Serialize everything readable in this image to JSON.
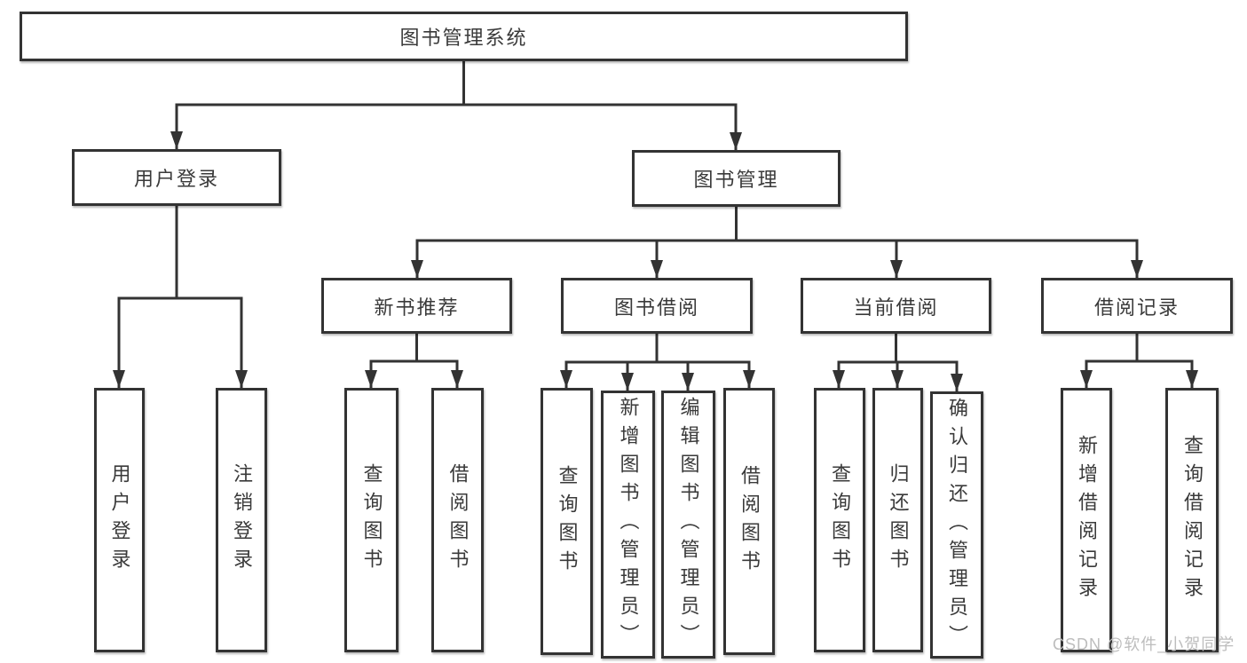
{
  "tree": {
    "root": {
      "label": "图书管理系统",
      "children": [
        {
          "label": "用户登录",
          "children": [
            {
              "label": "用户登录"
            },
            {
              "label": "注销登录"
            }
          ]
        },
        {
          "label": "图书管理",
          "children": [
            {
              "label": "新书推荐",
              "children": [
                {
                  "label": "查询图书"
                },
                {
                  "label": "借阅图书"
                }
              ]
            },
            {
              "label": "图书借阅",
              "children": [
                {
                  "label": "查询图书"
                },
                {
                  "label": "新增图书（管理员）"
                },
                {
                  "label": "编辑图书（管理员）"
                },
                {
                  "label": "借阅图书"
                }
              ]
            },
            {
              "label": "当前借阅",
              "children": [
                {
                  "label": "查询图书"
                },
                {
                  "label": "归还图书"
                },
                {
                  "label": "确认归还（管理员）"
                }
              ]
            },
            {
              "label": "借阅记录",
              "children": [
                {
                  "label": "新增借阅记录"
                },
                {
                  "label": "查询借阅记录"
                }
              ]
            }
          ]
        }
      ]
    }
  },
  "watermark": {
    "text": "CSDN @软件_小贺同学"
  },
  "colors": {
    "line": "#333333",
    "text": "#3a3a3a",
    "watermark": "#bdbdbd",
    "background": "#ffffff"
  }
}
